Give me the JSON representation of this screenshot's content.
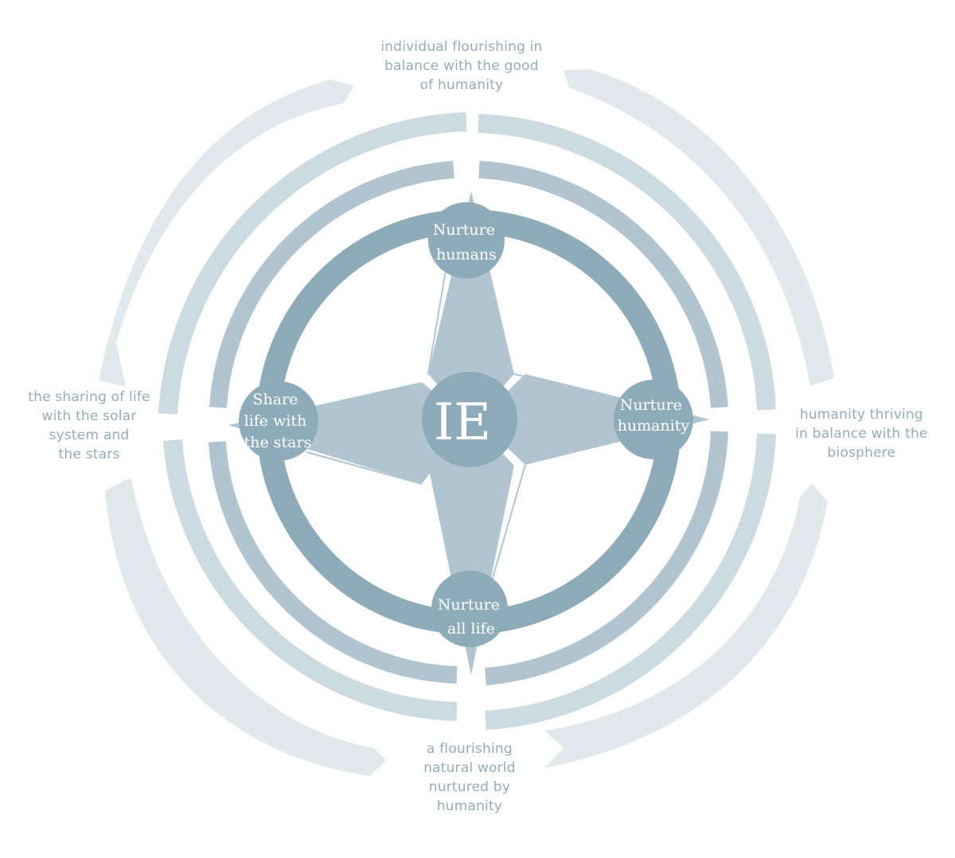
{
  "colors": {
    "ring_dark": "#8eabba",
    "ring_mid": "#b1c5d0",
    "ring_light": "#ccdbe2",
    "ring_lightest": "#e2e9ed",
    "label_text": "#93adbb",
    "node_text": "#ffffff"
  },
  "center": {
    "label": "IE"
  },
  "nodes": {
    "top": {
      "lines": [
        "Nurture",
        "humans"
      ]
    },
    "right": {
      "lines": [
        "Nurture",
        "humanity"
      ]
    },
    "bottom": {
      "lines": [
        "Nurture",
        "all life"
      ]
    },
    "left": {
      "lines": [
        "Share",
        "life with",
        "the stars"
      ]
    }
  },
  "outer_labels": {
    "top": {
      "lines": [
        "individual flourishing in",
        "balance with the good",
        "of humanity"
      ]
    },
    "right": {
      "lines": [
        "humanity thriving",
        "in balance with the",
        "biosphere"
      ]
    },
    "bottom": {
      "lines": [
        "a flourishing",
        "natural world",
        "nurtured by",
        "humanity"
      ]
    },
    "left": {
      "lines": [
        "the sharing of life",
        "with the solar",
        "system and",
        "the stars"
      ]
    }
  }
}
